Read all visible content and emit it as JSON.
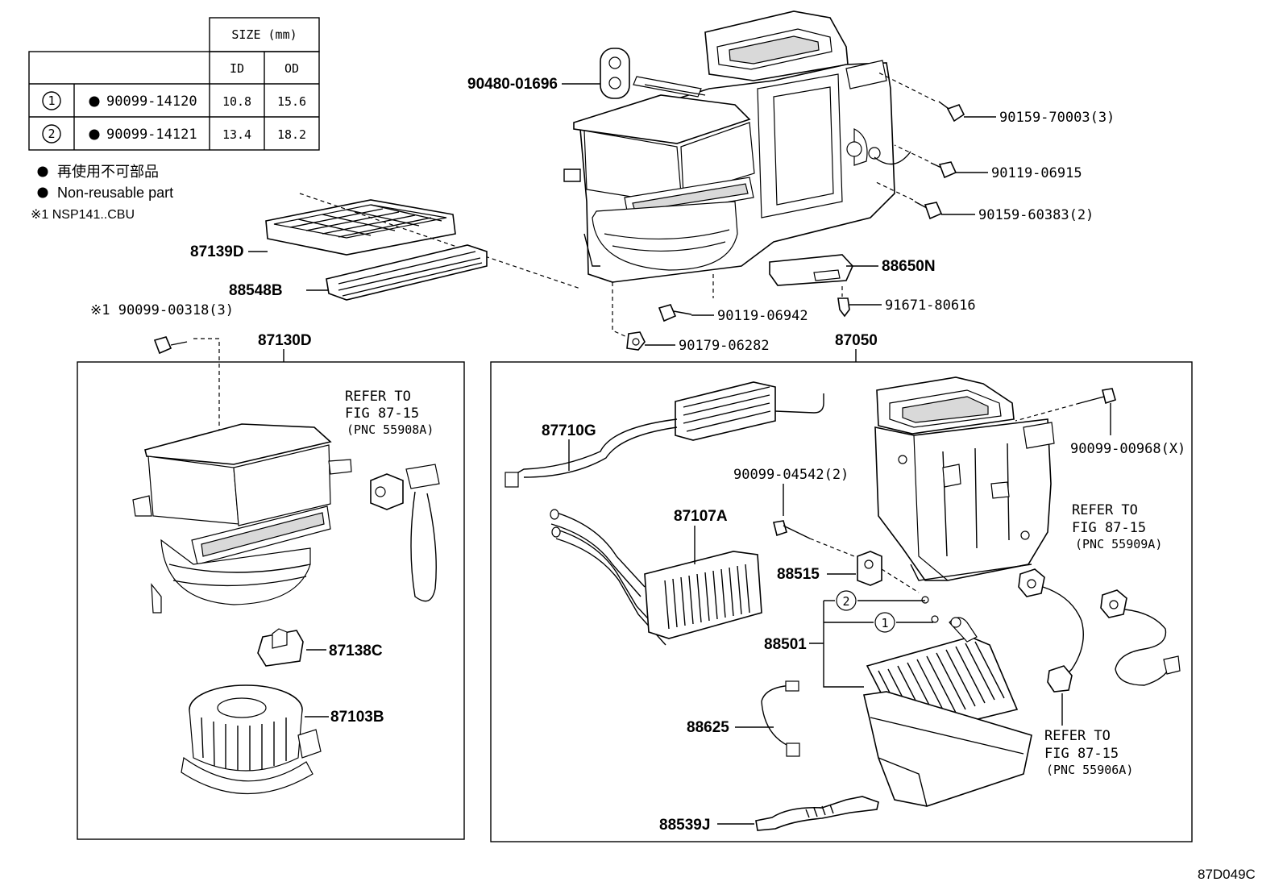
{
  "size_table": {
    "header_size": "SIZE (mm)",
    "col_id": "ID",
    "col_od": "OD",
    "rows": [
      {
        "ref": "1",
        "part_no": "90099-14120",
        "id": "10.8",
        "od": "15.6"
      },
      {
        "ref": "2",
        "part_no": "90099-14121",
        "id": "13.4",
        "od": "18.2"
      }
    ]
  },
  "legend": {
    "jp": "再使用不可部品",
    "en": "Non-reusable part",
    "note": "※1 NSP141..CBU"
  },
  "labels": {
    "p90480": "90480-01696",
    "p90159a": "90159-70003(3)",
    "p90119a": "90119-06915",
    "p90159b": "90159-60383(2)",
    "p87139": "87139D",
    "p88548": "88548B",
    "p88650": "88650N",
    "p91671": "91671-80616",
    "p90119b": "90119-06942",
    "p90179": "90179-06282",
    "p90099a": "※1 90099-00318(3)",
    "p87130": "87130D",
    "p87050": "87050",
    "p87138": "87138C",
    "p87103": "87103B",
    "p87710": "87710G",
    "p87107": "87107A",
    "p90099b": "90099-04542(2)",
    "p88515": "88515",
    "p88501": "88501",
    "p88625": "88625",
    "p88539": "88539J",
    "p90099c": "90099-00968(X)",
    "circle1": "1",
    "circle2": "2"
  },
  "refer_left": {
    "l1": "REFER TO",
    "l2": "FIG 87-15",
    "l3": "(PNC 55908A)"
  },
  "refer_right": {
    "l1": "REFER TO",
    "l2": "FIG 87-15",
    "l3": "(PNC 55909A)"
  },
  "refer_bottom": {
    "l1": "REFER TO",
    "l2": "FIG 87-15",
    "l3": "(PNC 55906A)"
  },
  "figure_code": "87D049C"
}
